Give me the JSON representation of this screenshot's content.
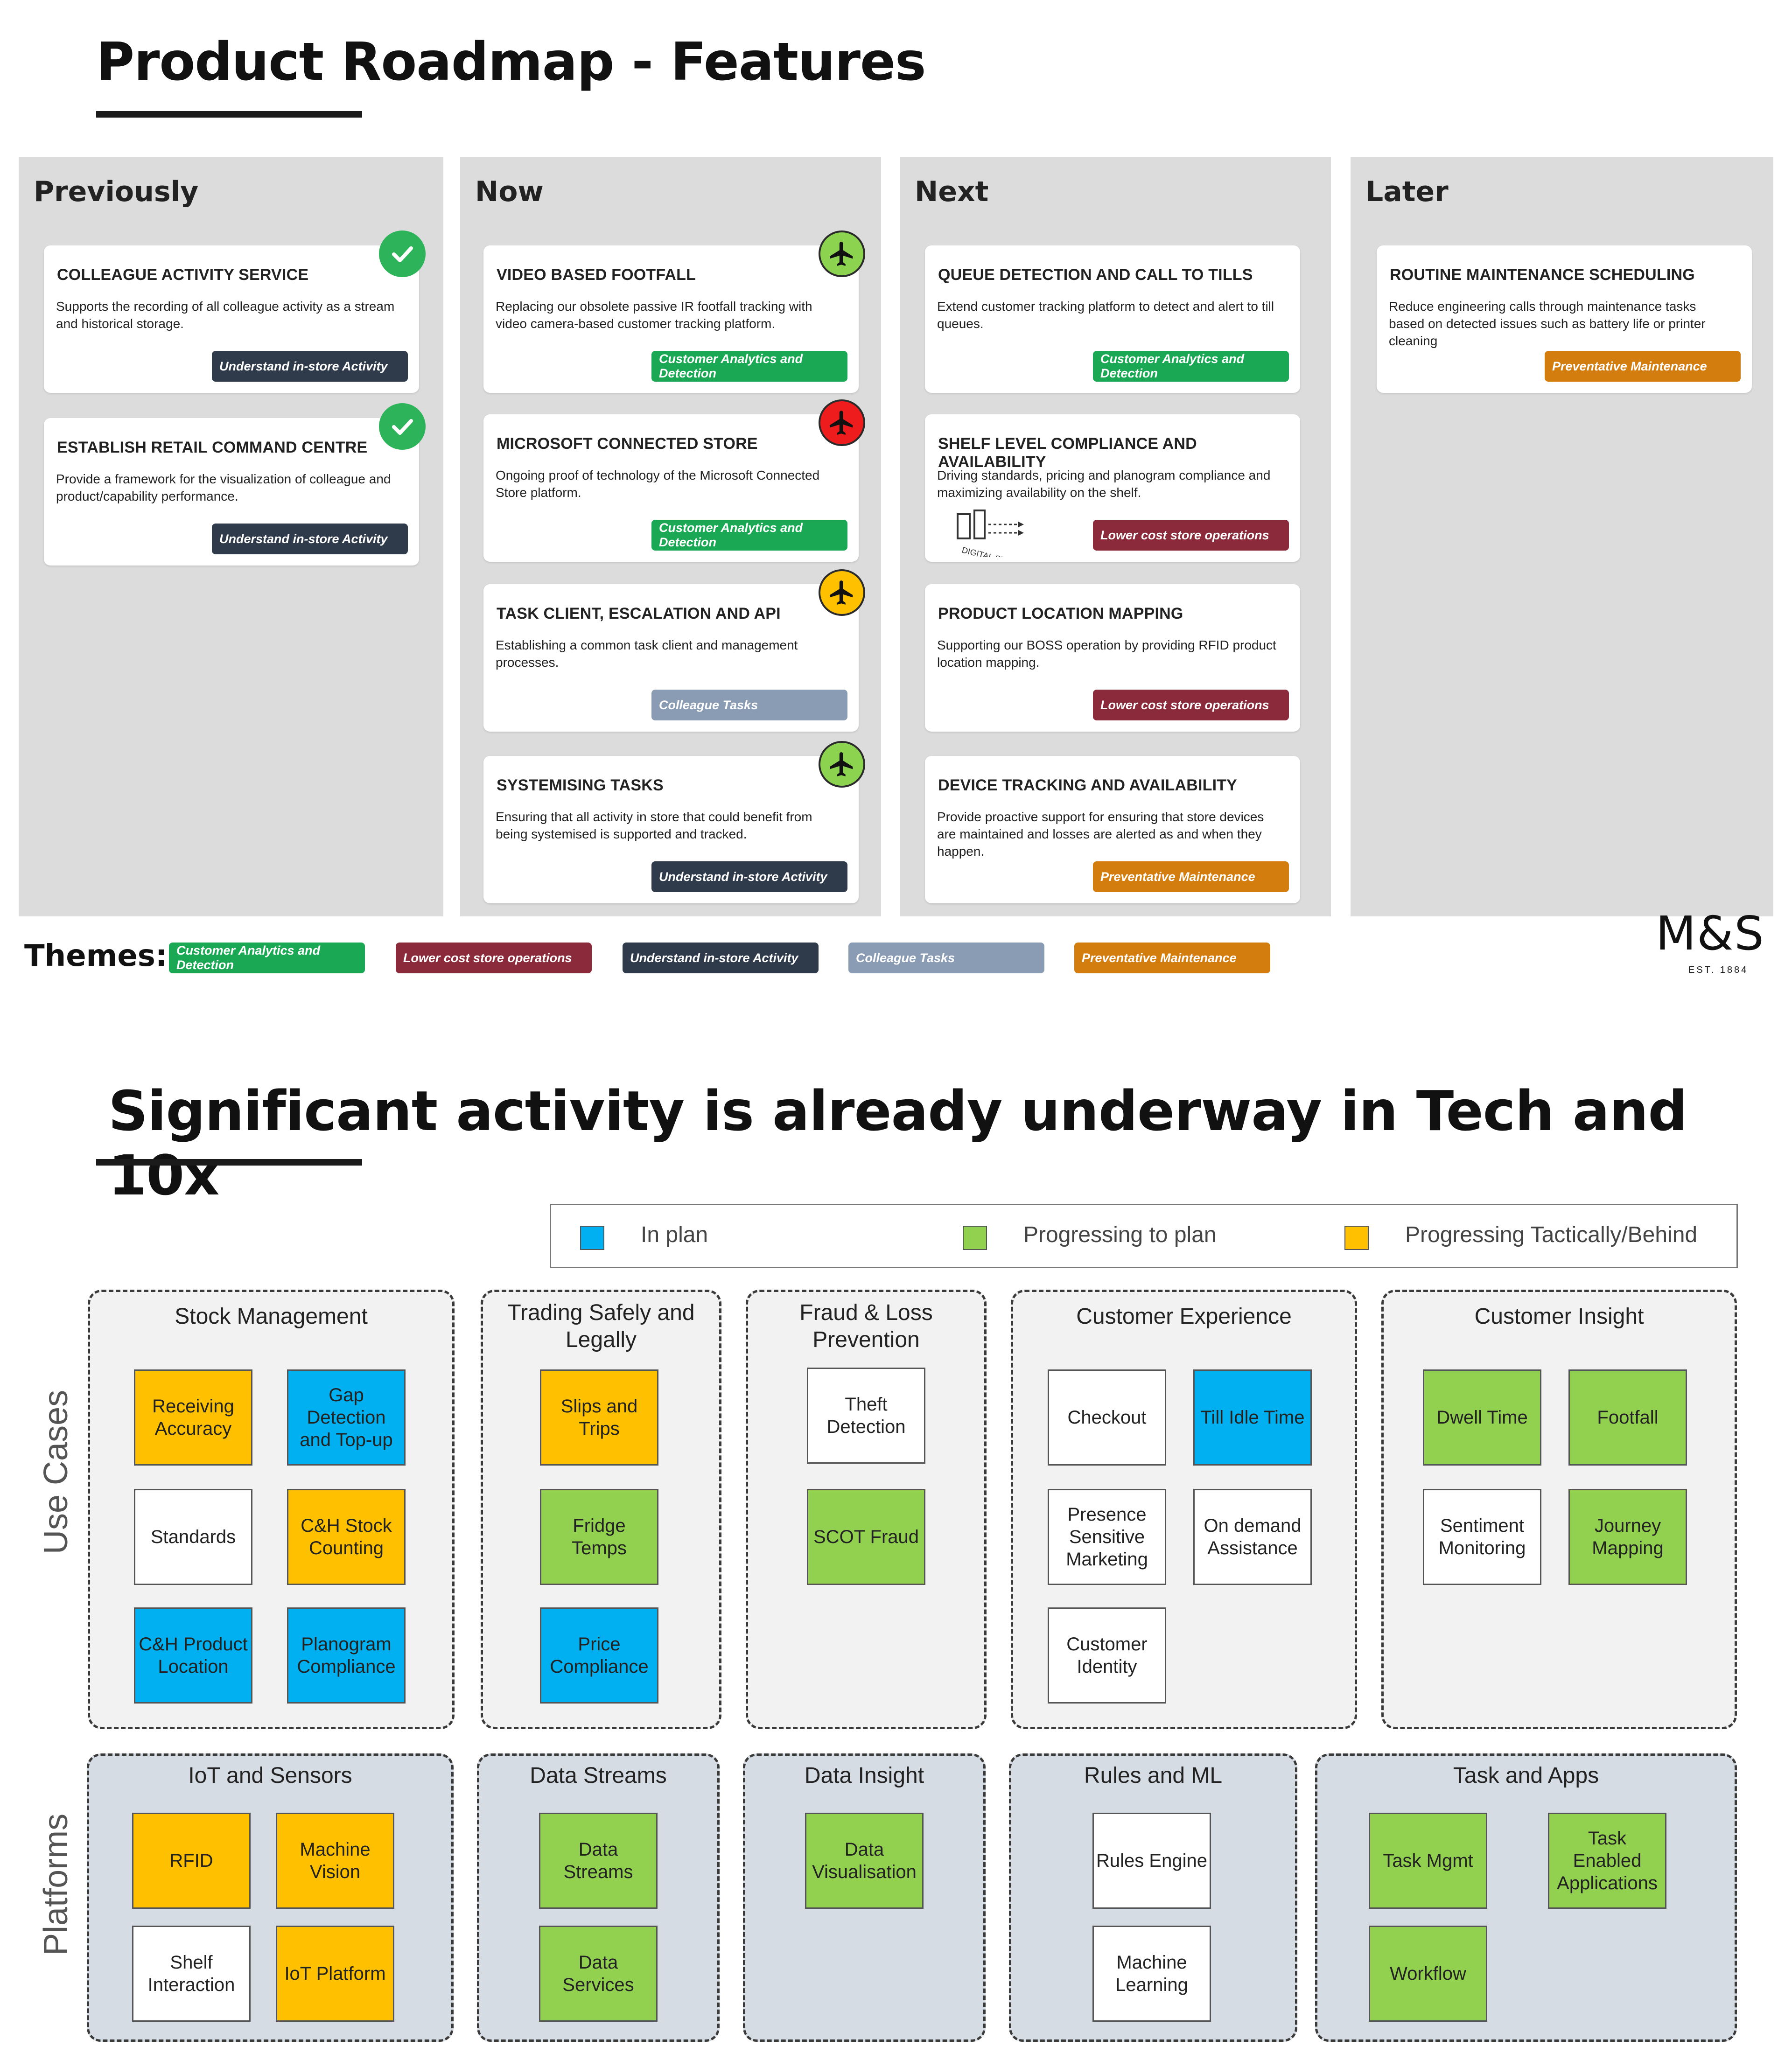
{
  "roadmap": {
    "title": "Product Roadmap - Features",
    "columns": [
      {
        "heading": "Previously",
        "cards": [
          {
            "title": "COLLEAGUE ACTIVITY SERVICE",
            "description": "Supports the recording of all colleague activity as a stream and historical storage.",
            "theme": "Understand in-store Activity",
            "status": "check-icon"
          },
          {
            "title": "ESTABLISH RETAIL COMMAND CENTRE",
            "description": "Provide a framework for the visualization of colleague and product/capability performance.",
            "theme": "Understand in-store Activity",
            "status": "check-icon"
          }
        ]
      },
      {
        "heading": "Now",
        "cards": [
          {
            "title": "VIDEO BASED FOOTFALL",
            "description": "Replacing our obsolete passive IR footfall tracking with video camera-based customer tracking platform.",
            "theme": "Customer Analytics and Detection",
            "status": "plane-icon",
            "status_color": "#8cd350"
          },
          {
            "title": "MICROSOFT CONNECTED STORE",
            "description": "Ongoing proof of technology of the Microsoft Connected Store platform.",
            "theme": "Customer Analytics and Detection",
            "status": "plane-icon",
            "status_color": "#ee1c1c"
          },
          {
            "title": "TASK CLIENT, ESCALATION AND API",
            "description": "Establishing a common task client and management processes.",
            "theme": "Colleague Tasks",
            "status": "plane-icon",
            "status_color": "#ffc000"
          },
          {
            "title": "SYSTEMISING TASKS",
            "description": "Ensuring that all activity in store that could benefit from being systemised is supported and tracked.",
            "theme": "Understand in-store Activity",
            "status": "plane-icon",
            "status_color": "#8cd350"
          }
        ]
      },
      {
        "heading": "Next",
        "cards": [
          {
            "title": "QUEUE DETECTION AND CALL TO TILLS",
            "description": "Extend customer tracking platform to detect and alert to till queues.",
            "theme": "Customer Analytics and Detection"
          },
          {
            "title": "SHELF LEVEL COMPLIANCE AND AVAILABILITY",
            "description": "Driving standards, pricing and planogram compliance and maximizing availability on the shelf.",
            "theme": "Lower cost store operations",
            "logo_text": "DIGITAL STORES"
          },
          {
            "title": "PRODUCT LOCATION MAPPING",
            "description": "Supporting our BOSS operation by providing RFID product location mapping.",
            "theme": "Lower cost store operations"
          },
          {
            "title": "DEVICE TRACKING AND AVAILABILITY",
            "description": "Provide proactive support for ensuring that store devices are maintained and losses are alerted as and when they happen.",
            "theme": "Preventative Maintenance"
          }
        ]
      },
      {
        "heading": "Later",
        "cards": [
          {
            "title": "ROUTINE MAINTENANCE SCHEDULING",
            "description": "Reduce engineering calls through maintenance tasks based on detected issues such as battery life or printer cleaning",
            "theme": "Preventative Maintenance"
          }
        ]
      }
    ],
    "themes_label": "Themes:",
    "themes": [
      {
        "name": "Customer Analytics and Detection",
        "color": "#1aa854"
      },
      {
        "name": "Lower cost store operations",
        "color": "#8b2a3a"
      },
      {
        "name": "Understand in-store Activity",
        "color": "#2f3a4a"
      },
      {
        "name": "Colleague Tasks",
        "color": "#8a9bb4"
      },
      {
        "name": "Preventative Maintenance",
        "color": "#d37d0f"
      }
    ],
    "logo": {
      "main": "M&S",
      "sub": "EST. 1884"
    }
  },
  "activity": {
    "title": "Significant activity is already underway in Tech and 10x",
    "legend": [
      {
        "label": "In plan",
        "color": "#00b0f0"
      },
      {
        "label": "Progressing to plan",
        "color": "#92d050"
      },
      {
        "label": "Progressing Tactically/Behind",
        "color": "#ffc000"
      }
    ],
    "row_labels": {
      "use_cases": "Use Cases",
      "platforms": "Platforms"
    },
    "use_cases": [
      {
        "title": "Stock Management",
        "tiles": [
          {
            "label": "Receiving Accuracy",
            "status": "yellow"
          },
          {
            "label": "Gap Detection and Top-up",
            "status": "blue"
          },
          {
            "label": "Standards",
            "status": "white"
          },
          {
            "label": "C&H Stock Counting",
            "status": "yellow"
          },
          {
            "label": "C&H Product Location",
            "status": "blue"
          },
          {
            "label": "Planogram Compliance",
            "status": "blue"
          }
        ]
      },
      {
        "title": "Trading Safely and Legally",
        "tiles": [
          {
            "label": "Slips and Trips",
            "status": "yellow"
          },
          {
            "label": "Fridge Temps",
            "status": "green"
          },
          {
            "label": "Price Compliance",
            "status": "blue"
          }
        ]
      },
      {
        "title": "Fraud & Loss Prevention",
        "tiles": [
          {
            "label": "Theft Detection",
            "status": "white"
          },
          {
            "label": "SCOT Fraud",
            "status": "green"
          }
        ]
      },
      {
        "title": "Customer Experience",
        "tiles": [
          {
            "label": "Checkout",
            "status": "white"
          },
          {
            "label": "Till Idle Time",
            "status": "blue"
          },
          {
            "label": "Presence Sensitive Marketing",
            "status": "white"
          },
          {
            "label": "On demand Assistance",
            "status": "white"
          },
          {
            "label": "Customer Identity",
            "status": "white"
          }
        ]
      },
      {
        "title": "Customer Insight",
        "tiles": [
          {
            "label": "Dwell Time",
            "status": "green"
          },
          {
            "label": "Footfall",
            "status": "green"
          },
          {
            "label": "Sentiment Monitoring",
            "status": "white"
          },
          {
            "label": "Journey Mapping",
            "status": "green"
          }
        ]
      }
    ],
    "platforms": [
      {
        "title": "IoT and Sensors",
        "tiles": [
          {
            "label": "RFID",
            "status": "yellow"
          },
          {
            "label": "Machine Vision",
            "status": "yellow"
          },
          {
            "label": "Shelf Interaction",
            "status": "white"
          },
          {
            "label": "IoT Platform",
            "status": "yellow"
          }
        ]
      },
      {
        "title": "Data Streams",
        "tiles": [
          {
            "label": "Data Streams",
            "status": "green"
          },
          {
            "label": "Data Services",
            "status": "green"
          }
        ]
      },
      {
        "title": "Data Insight",
        "tiles": [
          {
            "label": "Data Visualisation",
            "status": "green"
          }
        ]
      },
      {
        "title": "Rules and ML",
        "tiles": [
          {
            "label": "Rules Engine",
            "status": "white"
          },
          {
            "label": "Machine Learning",
            "status": "white"
          }
        ]
      },
      {
        "title": "Task and Apps",
        "tiles": [
          {
            "label": "Task Mgmt",
            "status": "green"
          },
          {
            "label": "Task Enabled Applications",
            "status": "green"
          },
          {
            "label": "Workflow",
            "status": "green"
          }
        ]
      }
    ]
  }
}
